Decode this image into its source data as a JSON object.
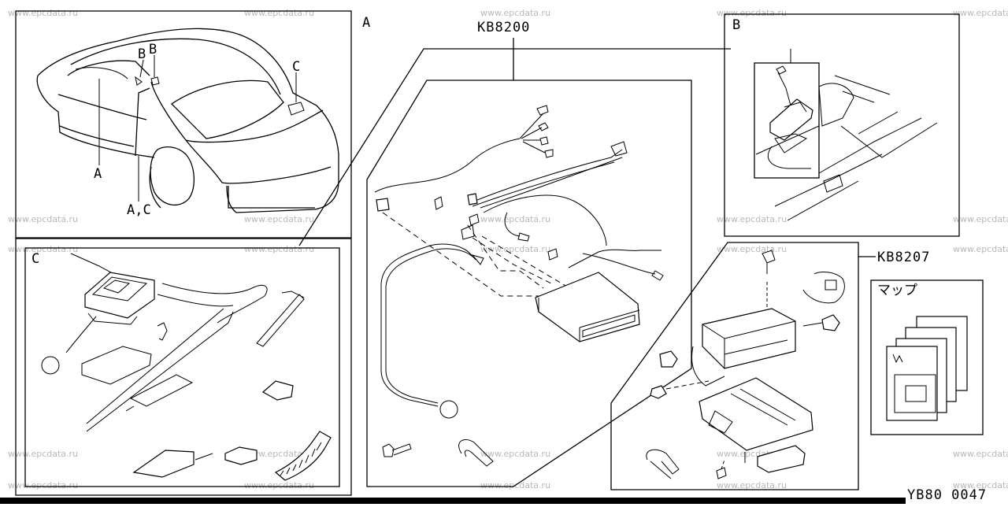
{
  "watermark": "www.epcdata.ru",
  "footer_code": "YB80 0047",
  "parts": {
    "main_unit": "KB8200",
    "bracket_kit": "KB8207",
    "map_label": "マップ"
  },
  "views": {
    "vehicle_callouts": [
      "B",
      "B",
      "C",
      "A",
      "A,C"
    ],
    "view_a_label": "A",
    "view_b_label": "B",
    "view_c_label": "C"
  }
}
